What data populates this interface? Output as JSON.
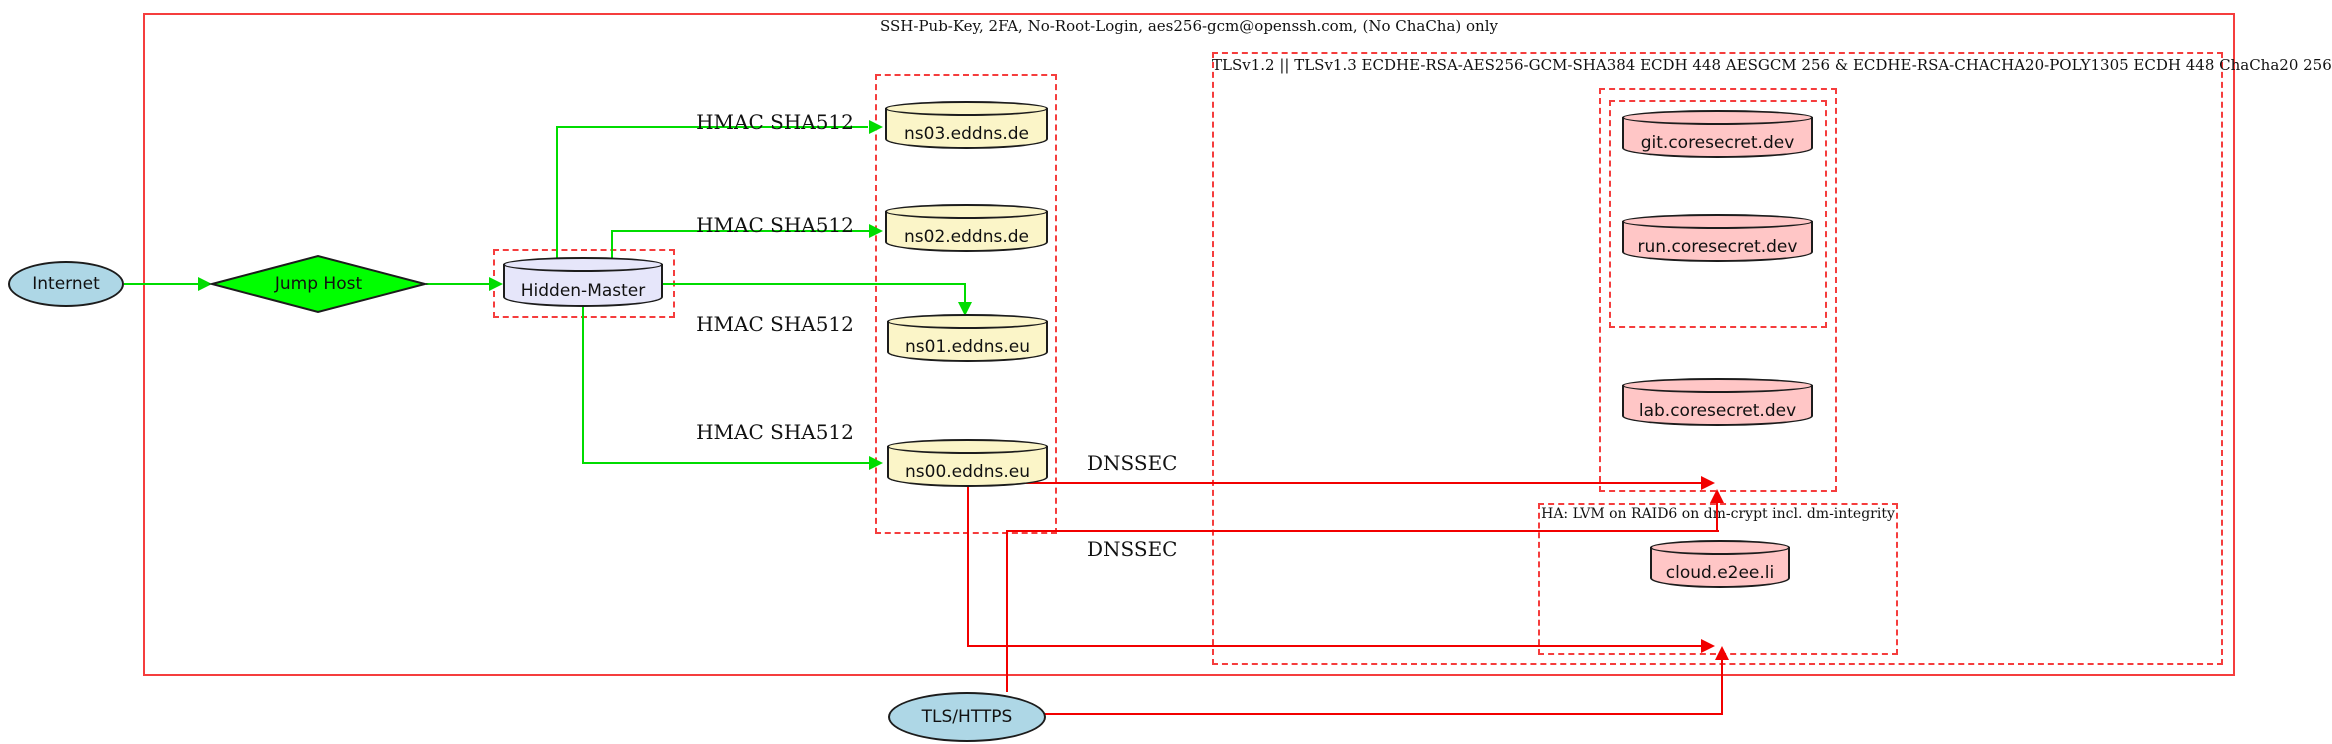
{
  "diagram": {
    "clusters": {
      "ssh": {
        "label": "SSH-Pub-Key, 2FA, No-Root-Login, aes256-gcm@openssh.com, (No ChaCha) only"
      },
      "tls": {
        "label": "TLSv1.2 || TLSv1.3 ECDHE-RSA-AES256-GCM-SHA384 ECDH 448 AESGCM 256 & ECDHE-RSA-CHACHA20-POLY1305 ECDH 448 ChaCha20 256"
      },
      "ha": {
        "label": "HA: LVM on RAID6 on dm-crypt incl. dm-integrity"
      }
    },
    "nodes": {
      "internet": {
        "label": "Internet",
        "shape": "ellipse"
      },
      "jump_host": {
        "label": "Jump Host",
        "shape": "diamond"
      },
      "hidden_master": {
        "label": "Hidden-Master",
        "shape": "cylinder"
      },
      "ns03": {
        "label": "ns03.eddns.de",
        "shape": "cylinder"
      },
      "ns02": {
        "label": "ns02.eddns.de",
        "shape": "cylinder"
      },
      "ns01": {
        "label": "ns01.eddns.eu",
        "shape": "cylinder"
      },
      "ns00": {
        "label": "ns00.eddns.eu",
        "shape": "cylinder"
      },
      "git": {
        "label": "git.coresecret.dev",
        "shape": "cylinder"
      },
      "run": {
        "label": "run.coresecret.dev",
        "shape": "cylinder"
      },
      "lab": {
        "label": "lab.coresecret.dev",
        "shape": "cylinder"
      },
      "cloud": {
        "label": "cloud.e2ee.li",
        "shape": "cylinder"
      },
      "tls_https": {
        "label": "TLS/HTTPS",
        "shape": "ellipse"
      }
    },
    "edge_labels": {
      "hmac1": "HMAC SHA512",
      "hmac2": "HMAC SHA512",
      "hmac3": "HMAC SHA512",
      "hmac4": "HMAC SHA512",
      "dnssec1": "DNSSEC",
      "dnssec2": "DNSSEC"
    },
    "colors": {
      "box_red": "#f53d3d",
      "edge_red": "#f20000",
      "edge_green": "#00dc00",
      "node_blue": "#aed7e6",
      "node_green": "#00ff00",
      "node_lavender": "#e6e6fa",
      "node_yellow": "#fbf5c8",
      "node_pink": "#ffc6c6"
    }
  }
}
